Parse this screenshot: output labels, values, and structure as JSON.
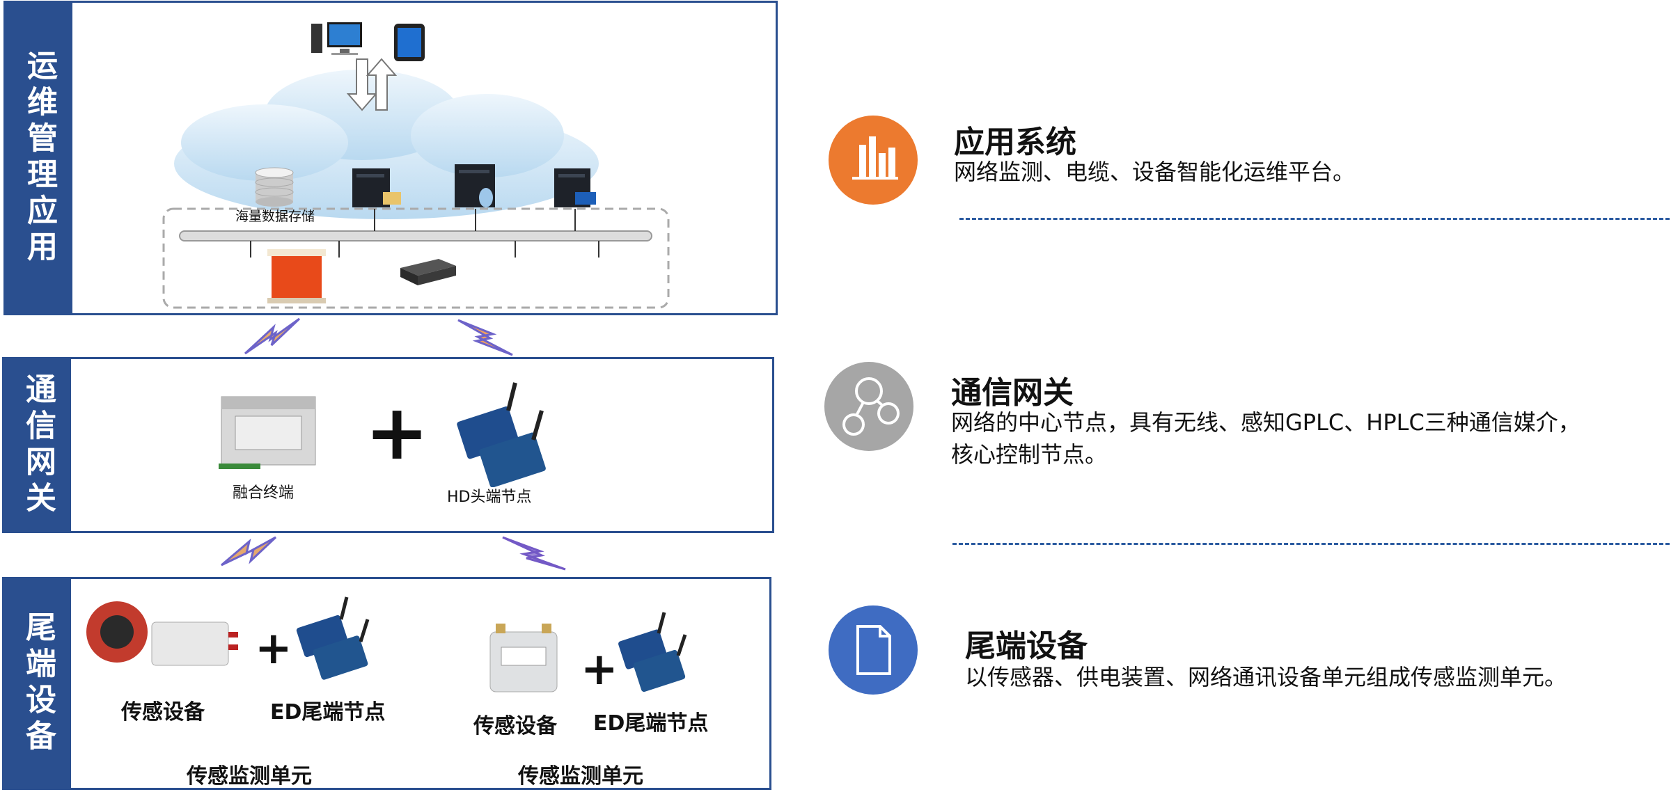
{
  "layers": [
    {
      "side_label": "运维管理应用"
    },
    {
      "side_label": "通信网关"
    },
    {
      "side_label": "尾端设备"
    }
  ],
  "top": {
    "storage_label": "海量数据存储"
  },
  "mid": {
    "terminal_label": "融合终端",
    "hd_label": "HD头端节点",
    "plus": "+"
  },
  "bot": {
    "sensor1": "传感设备",
    "ed1": "ED尾端节点",
    "unit1": "传感监测单元",
    "sensor2": "传感设备",
    "ed2": "ED尾端节点",
    "unit2": "传感监测单元",
    "plus": "+"
  },
  "legend": [
    {
      "title": "应用系统",
      "desc": "网络监测、电缆、设备智能化运维平台。",
      "color": "#ec7a2f",
      "icon": "bar-chart-icon"
    },
    {
      "title": "通信网关",
      "desc": "网络的中心节点，具有无线、感知GPLC、HPLC三种通信媒介，",
      "desc2": "核心控制节点。",
      "color": "#a6a6a6",
      "icon": "network-nodes-icon"
    },
    {
      "title": "尾端设备",
      "desc": "以传感器、供电装置、网络通讯设备单元组成传感监测单元。",
      "color": "#3f6cc2",
      "icon": "document-icon"
    }
  ]
}
